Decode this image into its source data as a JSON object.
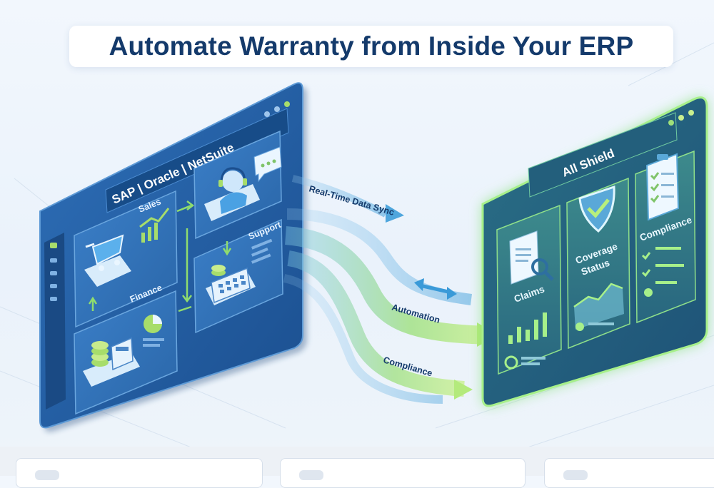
{
  "title": "Automate Warranty from Inside Your ERP",
  "erp": {
    "header": "SAP | Oracle | NetSuite",
    "modules": [
      "Sales",
      "Support",
      "Finance"
    ]
  },
  "flows": [
    "Real-Time Data Sync",
    "Automation",
    "Compliance"
  ],
  "shield": {
    "header": "All Shield",
    "cards": [
      "Claims",
      "Coverage",
      "Status",
      "Compliance"
    ]
  },
  "colors": {
    "navy": "#143a6b",
    "erp_panel": "#1f5a9e",
    "shield_glow": "#7be06a",
    "flow_green": "#8fdc6e",
    "flow_blue": "#6cb8e6"
  },
  "icons": [
    "shopping-cart-icon",
    "growth-chart-icon",
    "headset-agent-icon",
    "chat-bubble-icon",
    "calculator-icon",
    "coin-stack-icon",
    "pie-chart-icon",
    "document-search-icon",
    "shield-check-icon",
    "clipboard-checklist-icon"
  ]
}
